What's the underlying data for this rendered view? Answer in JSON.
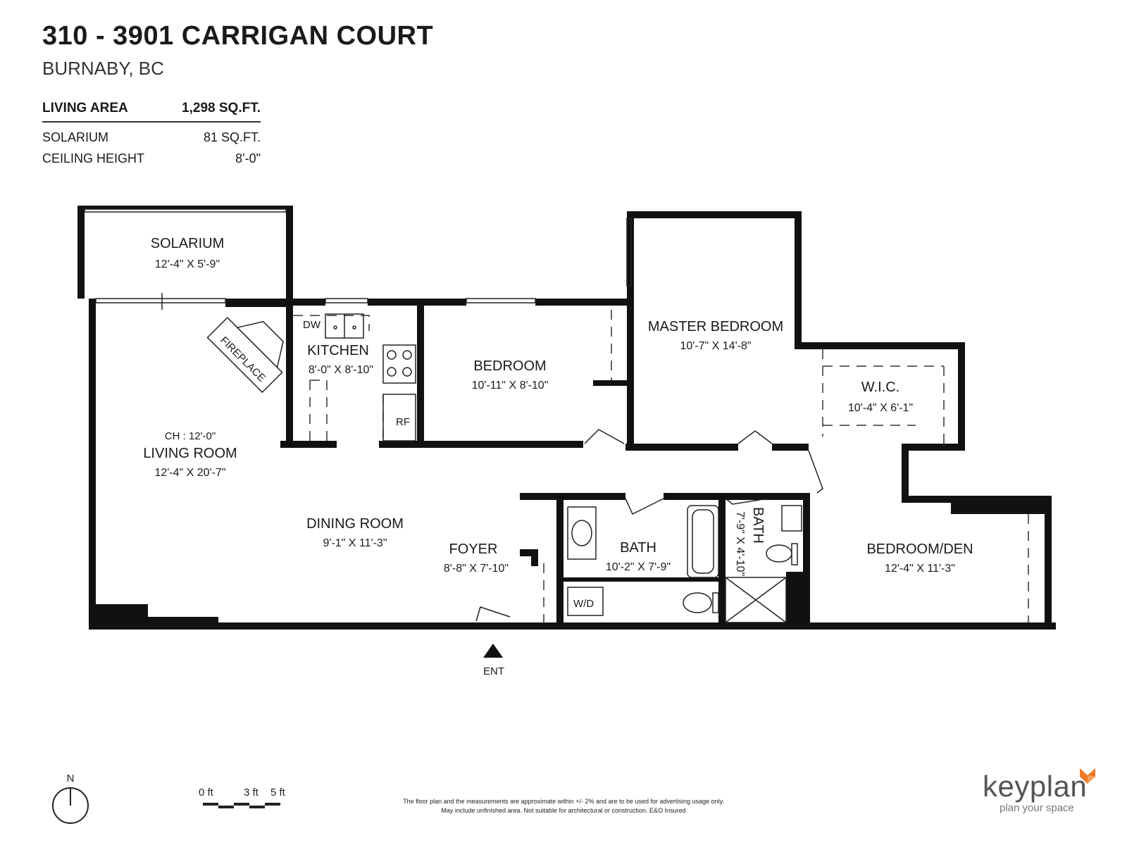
{
  "header": {
    "title": "310 - 3901 CARRIGAN COURT",
    "subtitle": "BURNABY, BC"
  },
  "stats": {
    "living_area": {
      "label": "LIVING AREA",
      "value": "1,298 SQ.FT."
    },
    "solarium": {
      "label": "SOLARIUM",
      "value": "81 SQ.FT."
    },
    "ceiling": {
      "label": "CEILING HEIGHT",
      "value": "8'-0\""
    }
  },
  "rooms": {
    "solarium": {
      "name": "SOLARIUM",
      "dims": "12'-4\"  X   5'-9\""
    },
    "kitchen": {
      "name": "KITCHEN",
      "dims": "8'-0\" X 8'-10\""
    },
    "bedroom": {
      "name": "BEDROOM",
      "dims": "10'-11\"  X  8'-10\""
    },
    "master": {
      "name": "MASTER BEDROOM",
      "dims": "10'-7\"  X  14'-8\""
    },
    "wic": {
      "name": "W.I.C.",
      "dims": "10'-4\"  X   6'-1\""
    },
    "living": {
      "ch": "CH : 12'-0\"",
      "name": "LIVING ROOM",
      "dims": "12'-4\"  X  20'-7\""
    },
    "dining": {
      "name": "DINING ROOM",
      "dims": "9'-1\"   X   11'-3\""
    },
    "foyer": {
      "name": "FOYER",
      "dims": "8'-8\" X 7'-10\""
    },
    "bath1": {
      "name": "BATH",
      "dims": "10'-2\"  X   7'-9\""
    },
    "bath2": {
      "name": "BATH",
      "dims": "7'-9\" X 4'-10\""
    },
    "den": {
      "name": "BEDROOM/DEN",
      "dims": "12'-4\"  X  11'-3\""
    }
  },
  "fixtures": {
    "dw": "DW",
    "rf": "RF",
    "wd": "W/D",
    "fireplace": "FIREPLACE",
    "entrance": "ENT"
  },
  "compass": {
    "label": "N"
  },
  "scale": {
    "zero": "0 ft",
    "three": "3 ft",
    "five": "5 ft"
  },
  "disclaimer": {
    "line1": "The floor plan and the measurements are approximate within +/- 2% and are to be used for advertising usage only.",
    "line2": "May include unfinished area. Not suitable for architectural or construction. E&O Insured"
  },
  "brand": {
    "name": "keyplan",
    "tagline": "plan your space",
    "accent": "#f07a22"
  },
  "colors": {
    "wall": "#111111",
    "line": "#222222"
  }
}
